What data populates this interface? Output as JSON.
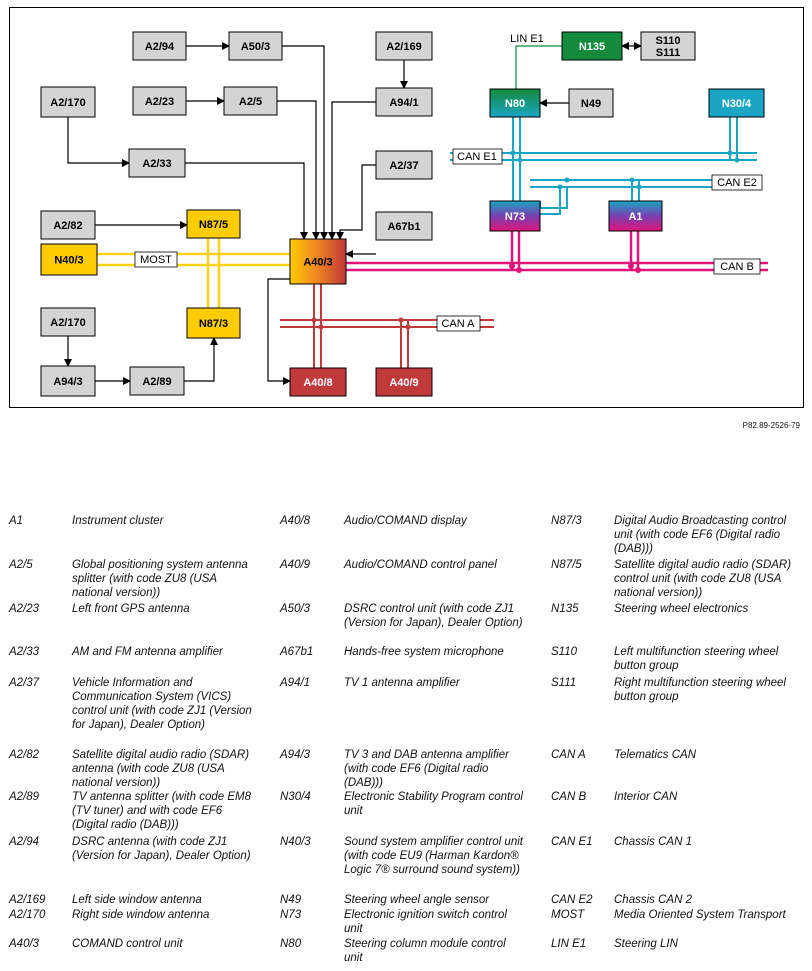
{
  "figure_ref": "P82.89-2526-79",
  "nodes": {
    "A2_94": "A2/94",
    "A50_3": "A50/3",
    "A2_169": "A2/169",
    "A2_170a": "A2/170",
    "A2_23": "A2/23",
    "A2_5": "A2/5",
    "A94_1": "A94/1",
    "A2_33": "A2/33",
    "A2_37": "A2/37",
    "A2_82": "A2/82",
    "N87_5": "N87/5",
    "A67b1": "A67b1",
    "N40_3": "N40/3",
    "A40_3": "A40/3",
    "A2_170b": "A2/170",
    "N87_3": "N87/3",
    "A94_3": "A94/3",
    "A2_89": "A2/89",
    "A40_8": "A40/8",
    "A40_9": "A40/9",
    "N135": "N135",
    "S110": "S110",
    "S111": "S111",
    "N80": "N80",
    "N49": "N49",
    "N30_4": "N30/4",
    "N73": "N73",
    "A1": "A1"
  },
  "bus_labels": {
    "lin_e1": "LIN E1",
    "can_e1": "CAN E1",
    "can_e2": "CAN E2",
    "can_b": "CAN B",
    "can_a": "CAN A",
    "most": "MOST"
  },
  "colors": {
    "gray": "#d4d4d4",
    "yellow": "#ffcc00",
    "red": "#c0393b",
    "green": "#138a3c",
    "cyan": "#1aa5c4",
    "magenta": "#e0147a",
    "most": "#ffd21a"
  },
  "legend": [
    [
      [
        "A1",
        "Instrument cluster"
      ],
      [
        "A40/8",
        "Audio/COMAND display"
      ],
      [
        "N87/3",
        "Digital Audio Broadcasting control unit (with code EF6 (Digital radio (DAB)))"
      ]
    ],
    [
      [
        "A2/5",
        "Global positioning system antenna splitter (with code ZU8 (USA national version))"
      ],
      [
        "A40/9",
        "Audio/COMAND control panel"
      ],
      [
        "N87/5",
        "Satellite digital audio radio (SDAR) control unit (with code ZU8 (USA national version))"
      ]
    ],
    [
      [
        "A2/23",
        "Left front GPS antenna"
      ],
      [
        "A50/3",
        "DSRC control unit (with code ZJ1 (Version for Japan), Dealer Option)"
      ],
      [
        "N135",
        "Steering wheel electronics"
      ]
    ],
    [
      [
        "A2/33",
        "AM and FM antenna amplifier"
      ],
      [
        "A67b1",
        "Hands-free system microphone"
      ],
      [
        "S110",
        "Left multifunction steering wheel button group"
      ]
    ],
    [
      [
        "A2/37",
        "Vehicle Information and Communication System (VICS) control unit (with code ZJ1 (Version for Japan), Dealer Option)"
      ],
      [
        "A94/1",
        "TV 1 antenna amplifier"
      ],
      [
        "S111",
        "Right multifunction steering wheel button group"
      ]
    ],
    [
      [
        "A2/82",
        "Satellite digital audio radio (SDAR) antenna (with code ZU8 (USA national version))"
      ],
      [
        "A94/3",
        "TV 3 and DAB antenna amplifier (with code EF6 (Digital radio (DAB)))"
      ],
      [
        "CAN A",
        "Telematics CAN"
      ]
    ],
    [
      [
        "A2/89",
        "TV antenna splitter (with code EM8 (TV tuner) and with code EF6 (Digital radio (DAB)))"
      ],
      [
        "N30/4",
        "Electronic Stability Program control unit"
      ],
      [
        "CAN B",
        "Interior CAN"
      ]
    ],
    [
      [
        "A2/94",
        "DSRC antenna (with code ZJ1 (Version for Japan), Dealer Option)"
      ],
      [
        "N40/3",
        "Sound system amplifier control unit (with code EU9 (Harman Kardon® Logic 7® surround sound system))"
      ],
      [
        "CAN E1",
        "Chassis CAN 1"
      ]
    ],
    [
      [
        "A2/169",
        "Left side window antenna"
      ],
      [
        "N49",
        "Steering wheel angle sensor"
      ],
      [
        "CAN E2",
        "Chassis CAN 2"
      ]
    ],
    [
      [
        "A2/170",
        "Right side window antenna"
      ],
      [
        "N73",
        "Electronic ignition switch control unit"
      ],
      [
        "MOST",
        "Media Oriented System Transport"
      ]
    ],
    [
      [
        "A40/3",
        "COMAND control unit"
      ],
      [
        "N80",
        "Steering column module control unit"
      ],
      [
        "LIN E1",
        "Steering LIN"
      ]
    ]
  ]
}
